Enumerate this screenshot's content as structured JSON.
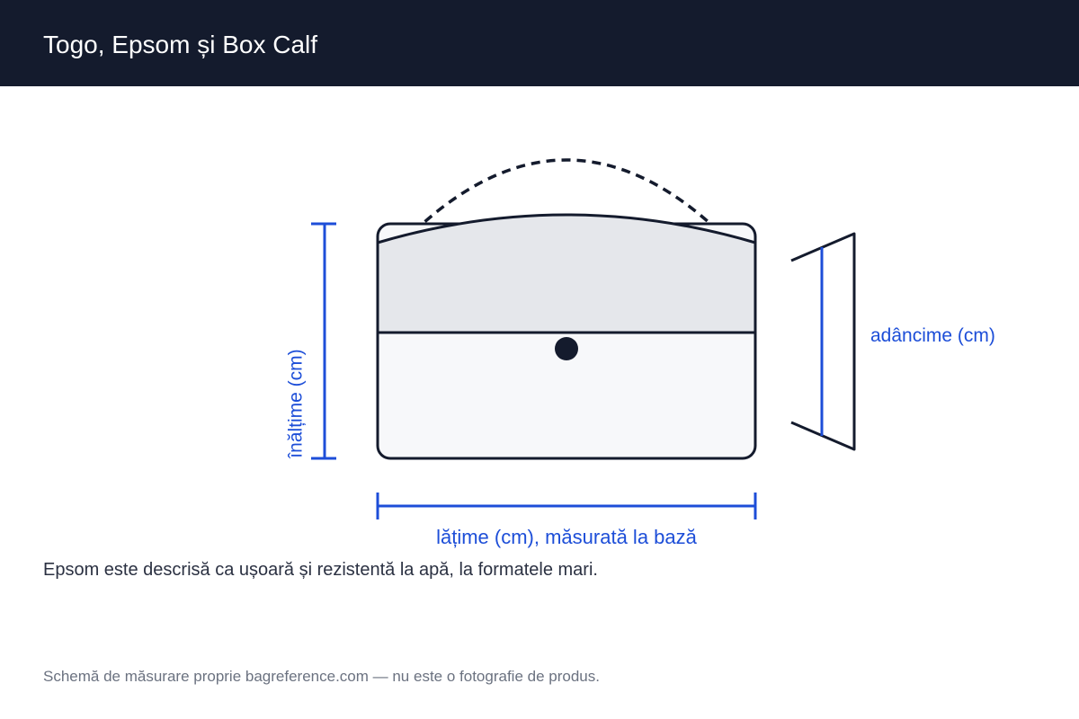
{
  "header": {
    "title": "Togo, Epsom și Box Calf"
  },
  "diagram": {
    "height_label": "înălțime (cm)",
    "width_label": "lățime (cm), măsurată la bază",
    "depth_label": "adâncime (cm)",
    "colors": {
      "outline": "#141b2d",
      "flap_fill": "#e5e7eb",
      "body_fill": "#f7f8fa",
      "measure": "#1d4ed8"
    }
  },
  "note": "Epsom este descrisă ca ușoară și rezistentă la apă, la formatele mari.",
  "footer": "Schemă de măsurare proprie bagreference.com — nu este o fotografie de produs."
}
